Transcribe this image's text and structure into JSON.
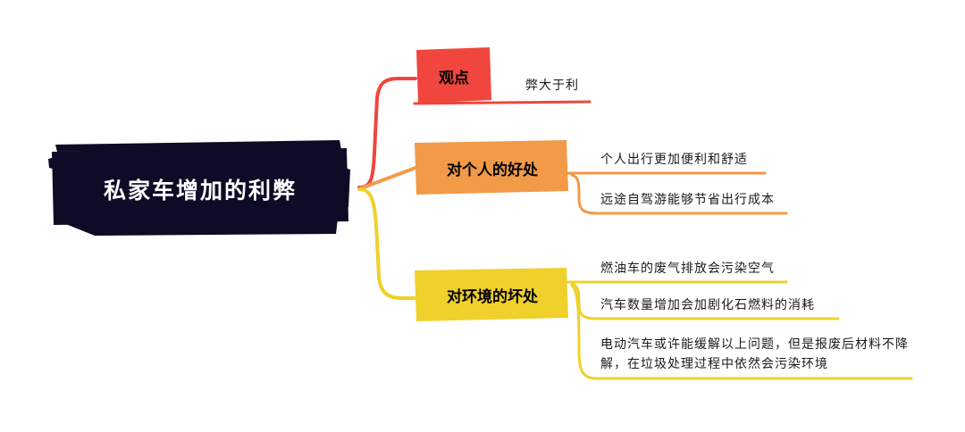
{
  "root": {
    "label": "私家车增加的利弊",
    "color": "#0d0b26"
  },
  "branches": [
    {
      "label": "观点",
      "color": "#f0463d",
      "leaves": [
        "弊大于利"
      ]
    },
    {
      "label": "对个人的好处",
      "color": "#f29a48",
      "leaves": [
        "个人出行更加便利和舒适",
        "远途自驾游能够节省出行成本"
      ]
    },
    {
      "label": "对环境的坏处",
      "color": "#f0d02a",
      "leaves": [
        "燃油车的废气排放会污染空气",
        "汽车数量增加会加剧化石燃料的消耗",
        "电动汽车或许能缓解以上问题，但是报废后材料不降解，在垃圾处理过程中依然会污染环境"
      ]
    }
  ]
}
